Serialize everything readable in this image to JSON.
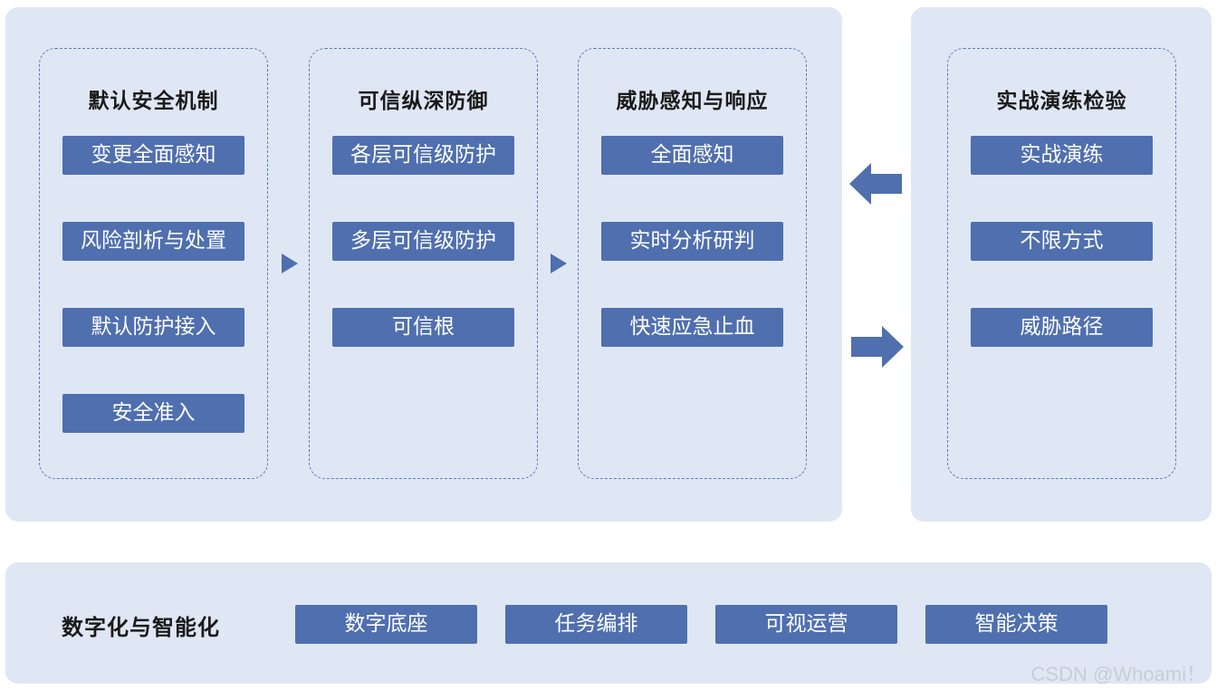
{
  "groups": [
    {
      "title": "默认安全机制",
      "items": [
        "变更全面感知",
        "风险剖析与处置",
        "默认防护接入",
        "安全准入"
      ]
    },
    {
      "title": "可信纵深防御",
      "items": [
        "各层可信级防护",
        "多层可信级防护",
        "可信根"
      ]
    },
    {
      "title": "威胁感知与响应",
      "items": [
        "全面感知",
        "实时分析研判",
        "快速应急止血"
      ]
    },
    {
      "title": "实战演练检验",
      "items": [
        "实战演练",
        "不限方式",
        "威胁路径"
      ]
    }
  ],
  "bottom": {
    "title": "数字化与智能化",
    "items": [
      "数字底座",
      "任务编排",
      "可视运营",
      "智能决策"
    ]
  },
  "watermark": "CSDN @Whoami！",
  "colors": {
    "panel": "#dfe7f5",
    "box": "#4f6fae",
    "dash": "#5d7cbc"
  }
}
